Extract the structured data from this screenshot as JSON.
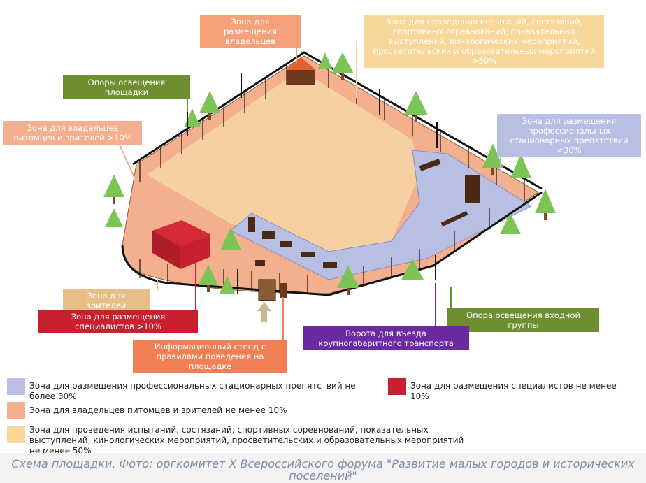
{
  "colors": {
    "yellow": "#f8d79a",
    "salmon": "#f4b08e",
    "lavender": "#b9bfe3",
    "red": "#c8202f",
    "olive_green": "#6d8f2f",
    "tan": "#e8be86",
    "orange": "#ef7f55",
    "purple": "#6c2aa0",
    "field": "#f6cfa3"
  },
  "labels": {
    "owners_zone": "Зона для размещения владельцев",
    "competitions_zone": "Зона для проведения испытаний, состязаний, спортивных соревнований, показательных выступлений, кинологических мероприятий, просветительских и образовательных мероприятий >50%",
    "lighting_poles": "Опоры освещения площадки",
    "pet_owners_zone": "Зона для владельцев питомцев и зрителей >10%",
    "pro_obstacles_zone": "Зона для размещения профессиональных стационарных препятствий <30%",
    "spectators_zone": "Зона для зрителей",
    "specialists_zone": "Зона для размещения специалистов >10%",
    "entrance_pole": "Опора освещения входной группы",
    "gate": "Ворота для въезда крупногабаритного транспорта",
    "info_stand": "Информационный стенд с правилами поведения на площадке"
  },
  "legend": [
    {
      "text": "Зона для размещения профессиональных стационарных препятствий не более 30%",
      "color": "#b9bfe3"
    },
    {
      "text": "Зона для размещения специалистов не менее 10%",
      "color": "#c8202f"
    },
    {
      "text": "Зона для владельцев питомцев и зрителей не менее 10%",
      "color": "#f4b08e"
    },
    {
      "text": "Зона для проведения испытаний, состязаний, спортивных соревнований, показательных выступлений, кинологических мероприятий, просветительских и образовательных мероприятий не менее 50%",
      "color": "#f8d79a"
    }
  ],
  "caption": "Схема площадки. Фото: оргкомитет X Всероссийского форума \"Развитие малых городов и исторических поселений\""
}
